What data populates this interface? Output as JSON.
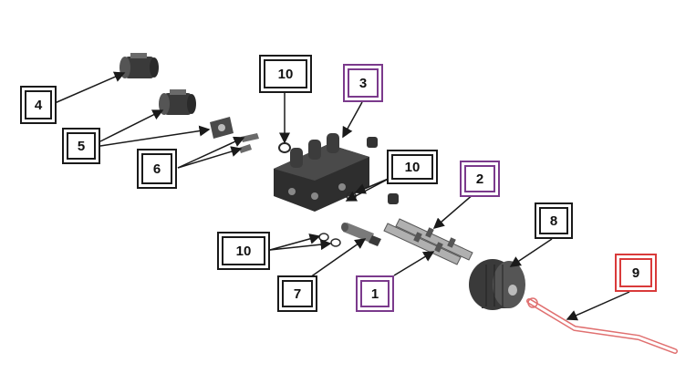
{
  "callouts": [
    {
      "id": "c4",
      "label": "4",
      "style": "black"
    },
    {
      "id": "c5",
      "label": "5",
      "style": "black"
    },
    {
      "id": "c6",
      "label": "6",
      "style": "black"
    },
    {
      "id": "c10a",
      "label": "10",
      "style": "black"
    },
    {
      "id": "c3",
      "label": "3",
      "style": "purple"
    },
    {
      "id": "c10b",
      "label": "10",
      "style": "black"
    },
    {
      "id": "c2",
      "label": "2",
      "style": "purple"
    },
    {
      "id": "c8",
      "label": "8",
      "style": "black"
    },
    {
      "id": "c10c",
      "label": "10",
      "style": "black"
    },
    {
      "id": "c7",
      "label": "7",
      "style": "black"
    },
    {
      "id": "c1",
      "label": "1",
      "style": "purple"
    },
    {
      "id": "c9",
      "label": "9",
      "style": "red"
    }
  ],
  "colors": {
    "line": "#1a1a1a",
    "part_dark": "#3a3a3a",
    "part_mid": "#6a6a6a",
    "part_light": "#a8a8a8",
    "highlight_purple": "#7b3a8c",
    "highlight_red": "#d93a3a",
    "hose": "#e07070"
  }
}
